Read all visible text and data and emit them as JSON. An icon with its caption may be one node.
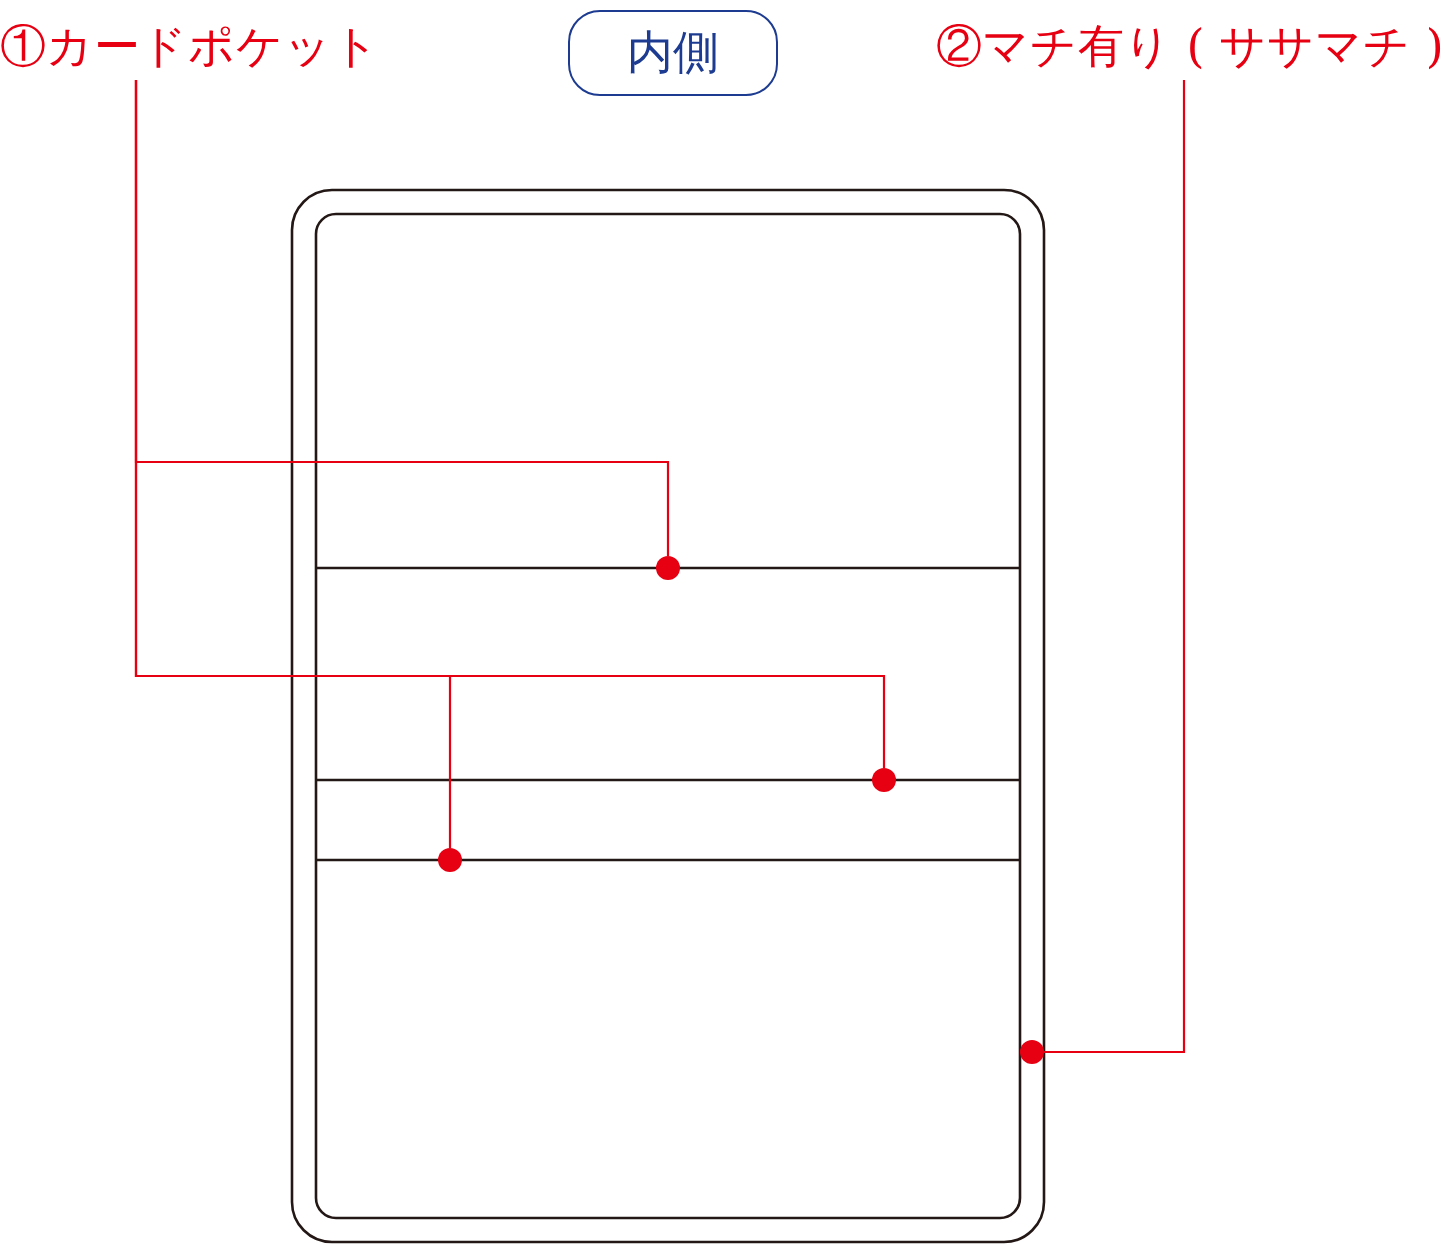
{
  "diagram": {
    "nodes": [
      {
        "text": [
          "①カードポケット"
        ]
      },
      {
        "text": [
          "内側"
        ]
      },
      {
        "text": [
          "②マチ有り ( ササマチ )"
        ]
      },
      {
        "text": [],
        "shape": "circle"
      },
      {
        "text": [],
        "shape": "circle"
      },
      {
        "text": [],
        "shape": "circle"
      },
      {
        "text": [],
        "shape": "circle"
      }
    ],
    "edges": [
      {
        "from": 0,
        "to": 3,
        "arrow": "none"
      },
      {
        "from": 0,
        "to": 4,
        "arrow": "none"
      },
      {
        "from": 0,
        "to": 5,
        "arrow": "none"
      },
      {
        "from": 2,
        "to": 6,
        "arrow": "none"
      }
    ]
  }
}
